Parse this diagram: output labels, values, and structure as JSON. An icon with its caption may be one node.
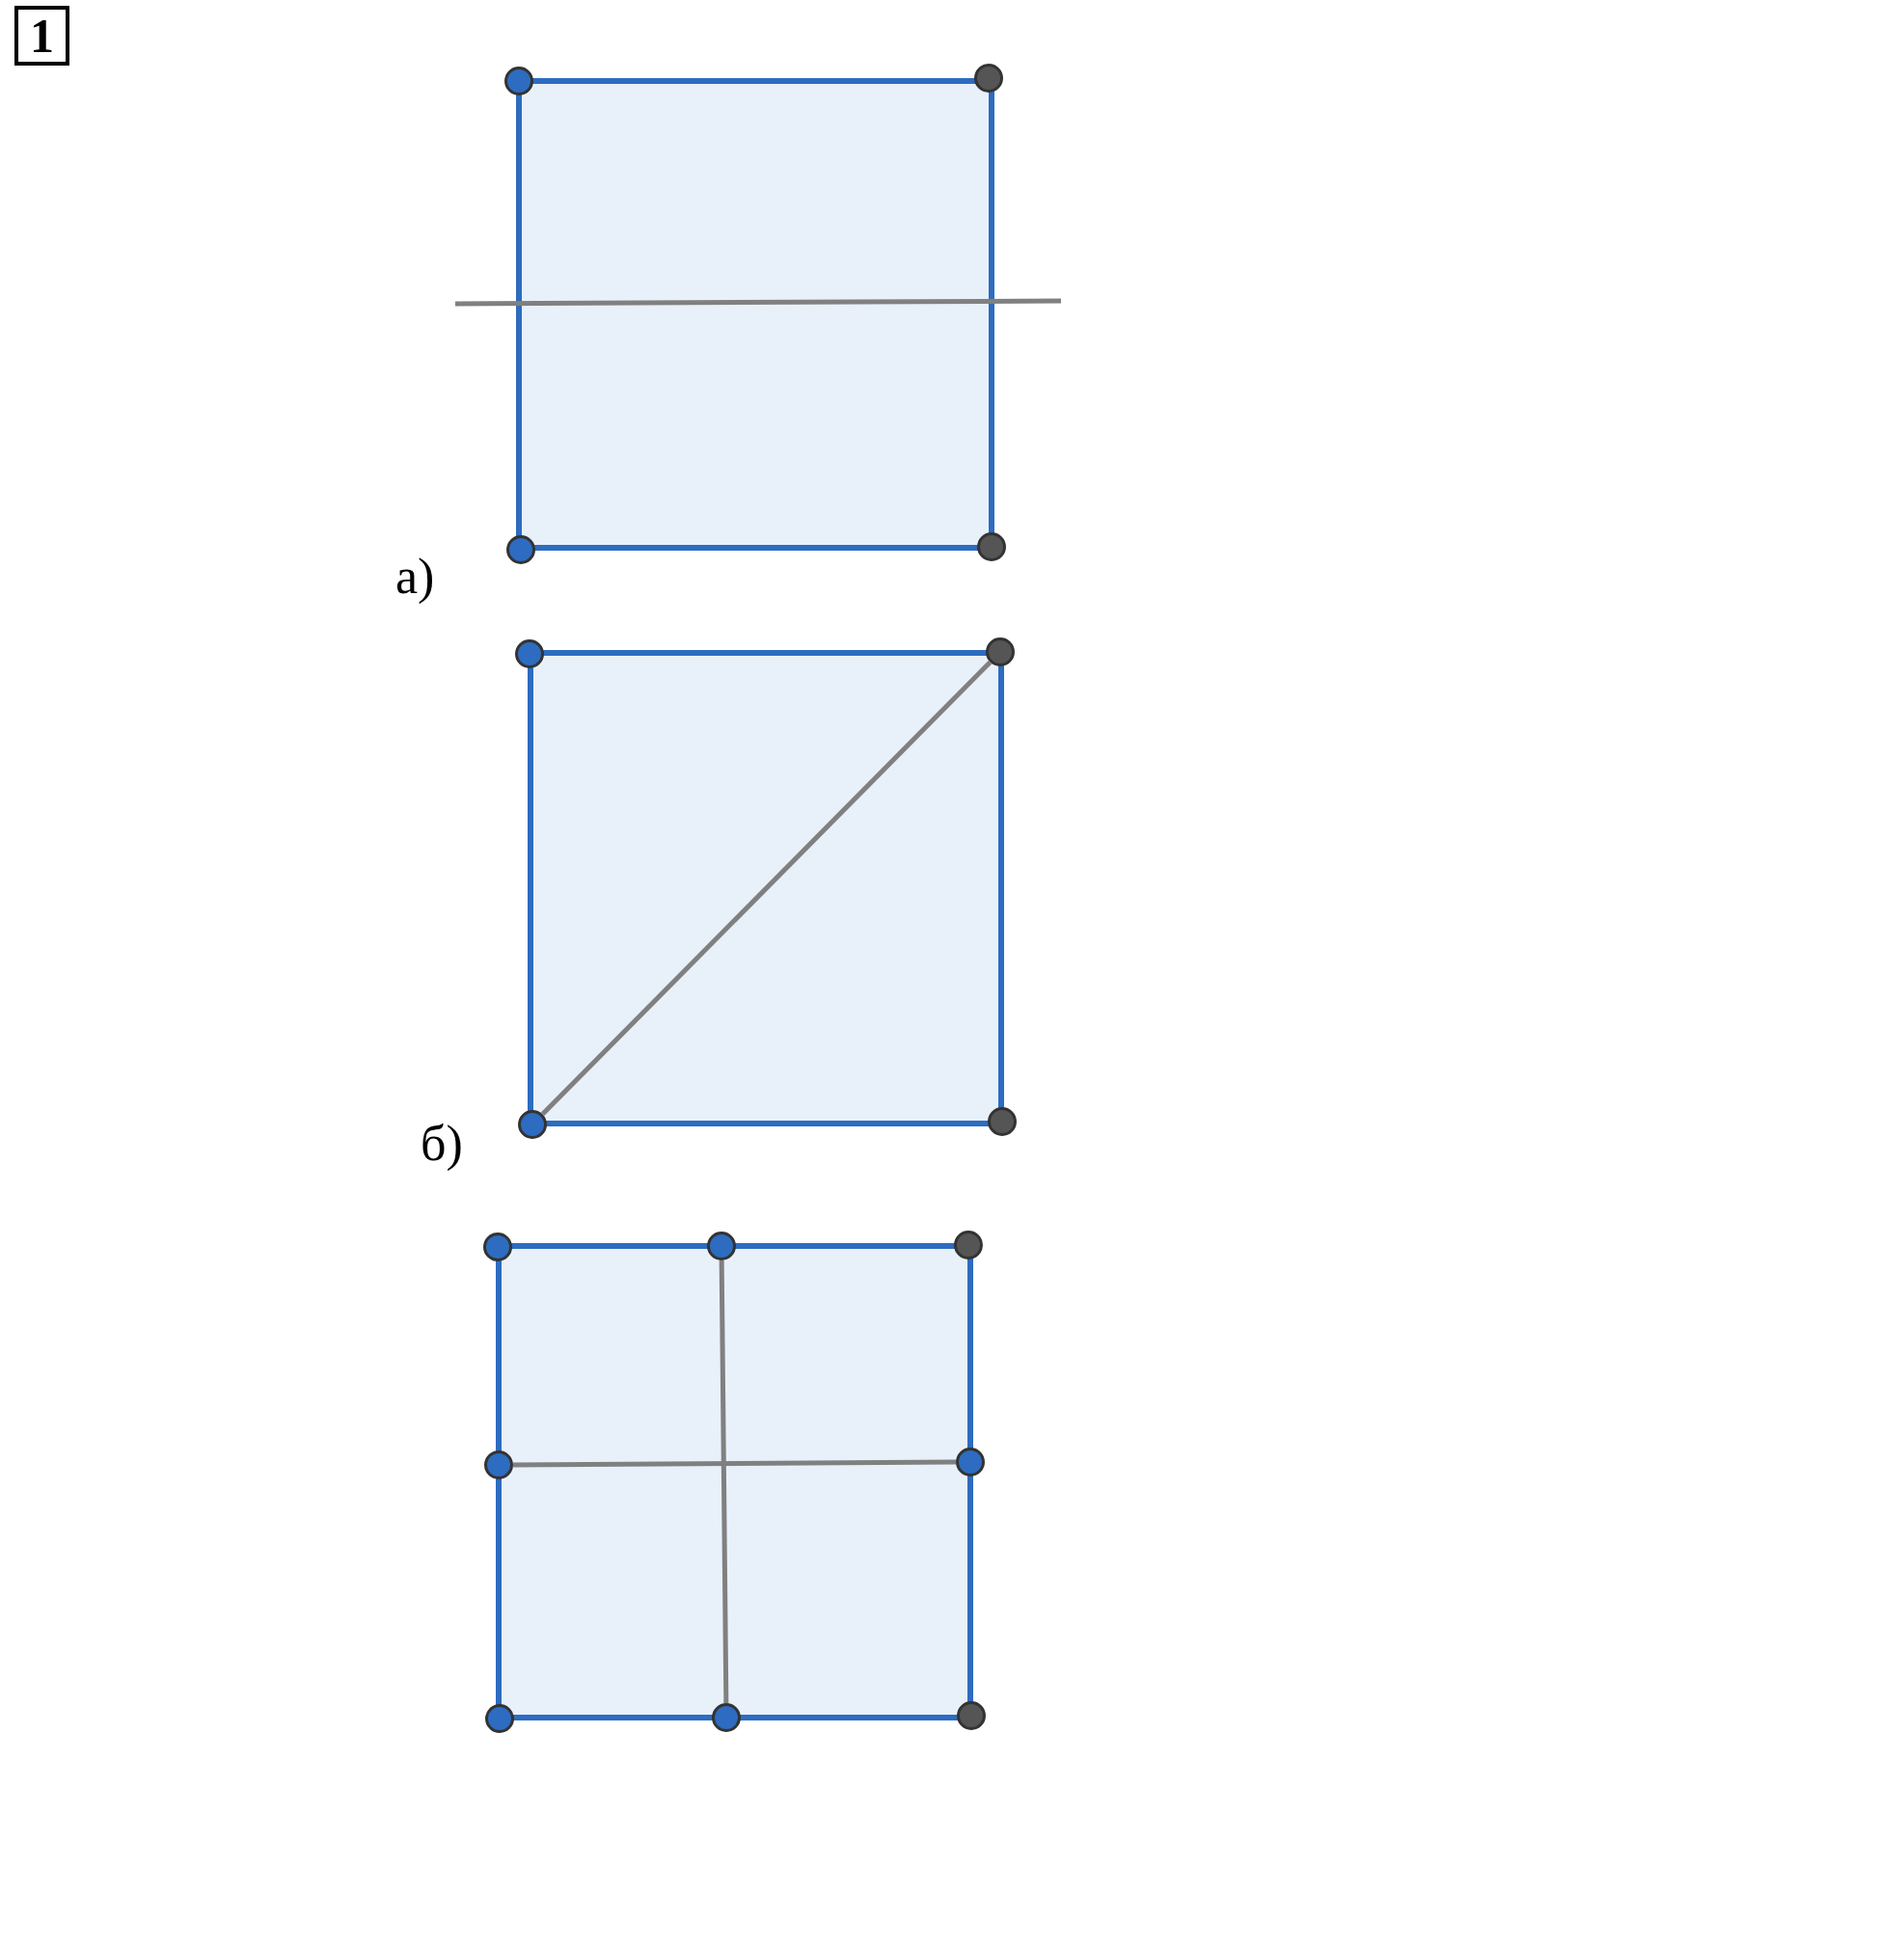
{
  "diagram": {
    "nodes": [
      {
        "text": [],
        "shape": "circle"
      },
      {
        "text": [],
        "shape": "circle"
      },
      {
        "text": [],
        "shape": "circle"
      },
      {
        "text": [],
        "shape": "circle"
      },
      {
        "text": [],
        "shape": "circle"
      },
      {
        "text": [],
        "shape": "circle"
      },
      {
        "text": [],
        "shape": "circle"
      },
      {
        "text": [],
        "shape": "circle"
      },
      {
        "text": [],
        "shape": "circle"
      },
      {
        "text": [],
        "shape": "circle"
      },
      {
        "text": [],
        "shape": "circle"
      },
      {
        "text": [],
        "shape": "circle"
      },
      {
        "text": [],
        "shape": "circle"
      },
      {
        "text": [],
        "shape": "circle"
      },
      {
        "text": [],
        "shape": "circle"
      },
      {
        "text": [],
        "shape": "circle"
      }
    ],
    "edges": [
      {
        "from": 6,
        "to": 5,
        "arrow": "none"
      },
      {
        "from": 9,
        "to": 14,
        "arrow": "none"
      },
      {
        "from": 11,
        "to": 12,
        "arrow": "none"
      }
    ],
    "labels": [
      "1",
      "а)",
      "б)"
    ]
  }
}
